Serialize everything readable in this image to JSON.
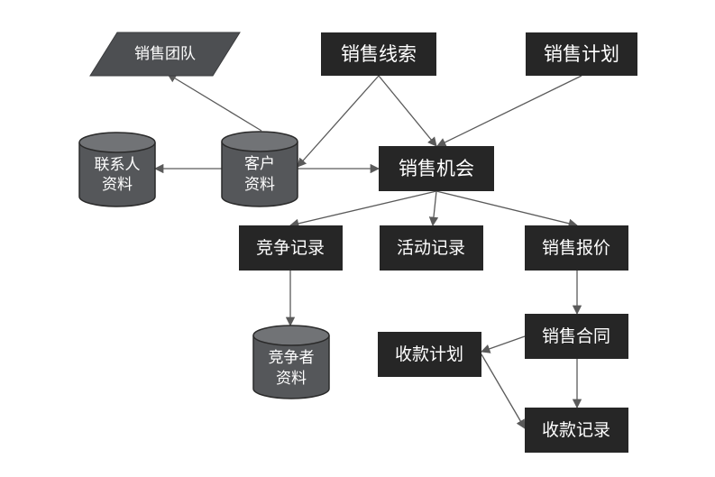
{
  "nodes": {
    "sales_team": "销售团队",
    "sales_leads": "销售线索",
    "sales_plan": "销售计划",
    "contact_info": [
      "联系人",
      "资料"
    ],
    "customer_info": [
      "客户",
      "资料"
    ],
    "sales_opportunity": "销售机会",
    "competition_record": "竞争记录",
    "activity_record": "活动记录",
    "sales_quote": "销售报价",
    "competitor_info": [
      "竞争者",
      "资料"
    ],
    "sales_contract": "销售合同",
    "payment_plan": "收款计划",
    "payment_record": "收款记录"
  },
  "edges": [
    {
      "from": "customer_info",
      "to": "sales_team"
    },
    {
      "from": "customer_info",
      "to": "contact_info"
    },
    {
      "from": "customer_info",
      "to": "sales_opportunity"
    },
    {
      "from": "sales_leads",
      "to": "customer_info"
    },
    {
      "from": "sales_leads",
      "to": "sales_opportunity"
    },
    {
      "from": "sales_plan",
      "to": "sales_opportunity"
    },
    {
      "from": "sales_opportunity",
      "to": "competition_record"
    },
    {
      "from": "sales_opportunity",
      "to": "activity_record"
    },
    {
      "from": "sales_opportunity",
      "to": "sales_quote"
    },
    {
      "from": "competition_record",
      "to": "competitor_info"
    },
    {
      "from": "sales_quote",
      "to": "sales_contract"
    },
    {
      "from": "sales_contract",
      "to": "payment_plan"
    },
    {
      "from": "sales_contract",
      "to": "payment_record"
    },
    {
      "from": "payment_plan",
      "to": "payment_record"
    }
  ],
  "colors": {
    "box": "#262626",
    "parallelogram": "#4d4f52",
    "cylinder": "#55575a",
    "edge": "#5a5a5a",
    "text": "#ffffff"
  }
}
